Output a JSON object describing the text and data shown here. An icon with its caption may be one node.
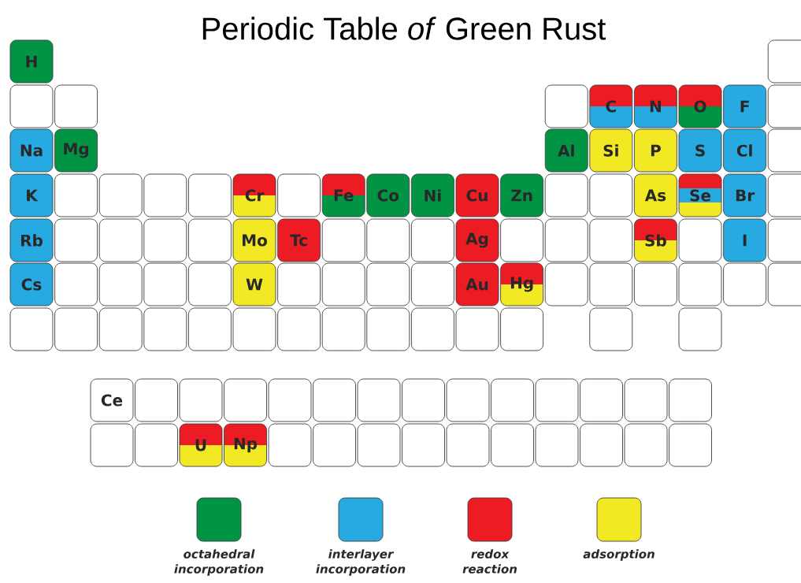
{
  "diagram": {
    "title": "Periodic Table *of* Green Rust",
    "nodes": [
      {
        "text": [
          "H"
        ]
      },
      {
        "text": [],
        "shape": "box"
      },
      {
        "text": [],
        "shape": "box"
      },
      {
        "text": [],
        "shape": "box"
      },
      {
        "text": [],
        "shape": "box"
      },
      {
        "text": [
          "C"
        ]
      },
      {
        "text": [
          "N"
        ]
      },
      {
        "text": [
          "O"
        ]
      },
      {
        "text": [
          "F"
        ]
      },
      {
        "text": [],
        "shape": "box"
      },
      {
        "text": [
          "Na"
        ]
      },
      {
        "text": [
          "Mg"
        ]
      },
      {
        "text": [
          "Al"
        ]
      },
      {
        "text": [
          "Si"
        ]
      },
      {
        "text": [
          "P"
        ]
      },
      {
        "text": [
          "S"
        ]
      },
      {
        "text": [
          "Cl"
        ]
      },
      {
        "text": [],
        "shape": "box"
      },
      {
        "text": [
          "K"
        ]
      },
      {
        "text": [],
        "shape": "box"
      },
      {
        "text": [],
        "shape": "box"
      },
      {
        "text": [],
        "shape": "box"
      },
      {
        "text": [],
        "shape": "box"
      },
      {
        "text": [
          "Cr"
        ]
      },
      {
        "text": [],
        "shape": "box"
      },
      {
        "text": [
          "Fe"
        ]
      },
      {
        "text": [
          "Co"
        ]
      },
      {
        "text": [
          "Ni"
        ]
      },
      {
        "text": [
          "Cu"
        ]
      },
      {
        "text": [
          "Zn"
        ]
      },
      {
        "text": [],
        "shape": "box"
      },
      {
        "text": [],
        "shape": "box"
      },
      {
        "text": [
          "As"
        ]
      },
      {
        "text": [
          "Se"
        ]
      },
      {
        "text": [
          "Br"
        ]
      },
      {
        "text": [],
        "shape": "box"
      },
      {
        "text": [
          "Rb"
        ]
      },
      {
        "text": [],
        "shape": "box"
      },
      {
        "text": [],
        "shape": "box"
      },
      {
        "text": [],
        "shape": "box"
      },
      {
        "text": [],
        "shape": "box"
      },
      {
        "text": [
          "Mo"
        ]
      },
      {
        "text": [
          "Tc"
        ]
      },
      {
        "text": [],
        "shape": "box"
      },
      {
        "text": [],
        "shape": "box"
      },
      {
        "text": [],
        "shape": "box"
      },
      {
        "text": [
          "Ag"
        ]
      },
      {
        "text": [],
        "shape": "box"
      },
      {
        "text": [],
        "shape": "box"
      },
      {
        "text": [],
        "shape": "box"
      },
      {
        "text": [
          "Sb"
        ]
      },
      {
        "text": [],
        "shape": "box"
      },
      {
        "text": [
          "I"
        ]
      },
      {
        "text": [],
        "shape": "box"
      },
      {
        "text": [
          "Cs"
        ]
      },
      {
        "text": [],
        "shape": "box"
      },
      {
        "text": [],
        "shape": "box"
      },
      {
        "text": [],
        "shape": "box"
      },
      {
        "text": [],
        "shape": "box"
      },
      {
        "text": [
          "W"
        ]
      },
      {
        "text": [],
        "shape": "box"
      },
      {
        "text": [],
        "shape": "box"
      },
      {
        "text": [],
        "shape": "box"
      },
      {
        "text": [],
        "shape": "box"
      },
      {
        "text": [
          "Au"
        ]
      },
      {
        "text": [
          "Hg"
        ]
      },
      {
        "text": [],
        "shape": "box"
      },
      {
        "text": [],
        "shape": "box"
      },
      {
        "text": [],
        "shape": "box"
      },
      {
        "text": [],
        "shape": "box"
      },
      {
        "text": [],
        "shape": "box"
      },
      {
        "text": [],
        "shape": "box"
      },
      {
        "text": [],
        "shape": "box"
      },
      {
        "text": [],
        "shape": "box"
      },
      {
        "text": [],
        "shape": "box"
      },
      {
        "text": [],
        "shape": "box"
      },
      {
        "text": [],
        "shape": "box"
      },
      {
        "text": [],
        "shape": "box"
      },
      {
        "text": [],
        "shape": "box"
      },
      {
        "text": [],
        "shape": "box"
      },
      {
        "text": [],
        "shape": "box"
      },
      {
        "text": [],
        "shape": "box"
      },
      {
        "text": [],
        "shape": "box"
      },
      {
        "text": [],
        "shape": "box"
      },
      {
        "text": [],
        "shape": "box"
      },
      {
        "text": [],
        "shape": "box"
      },
      {
        "text": [
          "Ce"
        ]
      },
      {
        "text": [],
        "shape": "box"
      },
      {
        "text": [],
        "shape": "box"
      },
      {
        "text": [],
        "shape": "box"
      },
      {
        "text": [],
        "shape": "box"
      },
      {
        "text": [],
        "shape": "box"
      },
      {
        "text": [],
        "shape": "box"
      },
      {
        "text": [],
        "shape": "box"
      },
      {
        "text": [],
        "shape": "box"
      },
      {
        "text": [],
        "shape": "box"
      },
      {
        "text": [],
        "shape": "box"
      },
      {
        "text": [],
        "shape": "box"
      },
      {
        "text": [],
        "shape": "box"
      },
      {
        "text": [],
        "shape": "box"
      },
      {
        "text": [],
        "shape": "box"
      },
      {
        "text": [],
        "shape": "box"
      },
      {
        "text": [
          "U"
        ]
      },
      {
        "text": [
          "Np"
        ]
      },
      {
        "text": [],
        "shape": "box"
      },
      {
        "text": [],
        "shape": "box"
      },
      {
        "text": [],
        "shape": "box"
      },
      {
        "text": [],
        "shape": "box"
      },
      {
        "text": [],
        "shape": "box"
      },
      {
        "text": [],
        "shape": "box"
      },
      {
        "text": [],
        "shape": "box"
      },
      {
        "text": [],
        "shape": "box"
      },
      {
        "text": [],
        "shape": "box"
      },
      {
        "text": [],
        "shape": "box"
      }
    ],
    "legend": [
      {
        "text": "octahedral incorporation",
        "color": "#009444"
      },
      {
        "text": "interlayer incorporation",
        "color": "#27aae1"
      },
      {
        "text": "redox reaction",
        "color": "#ed1c24"
      },
      {
        "text": "adsorption",
        "color": "#f2e924"
      }
    ]
  }
}
